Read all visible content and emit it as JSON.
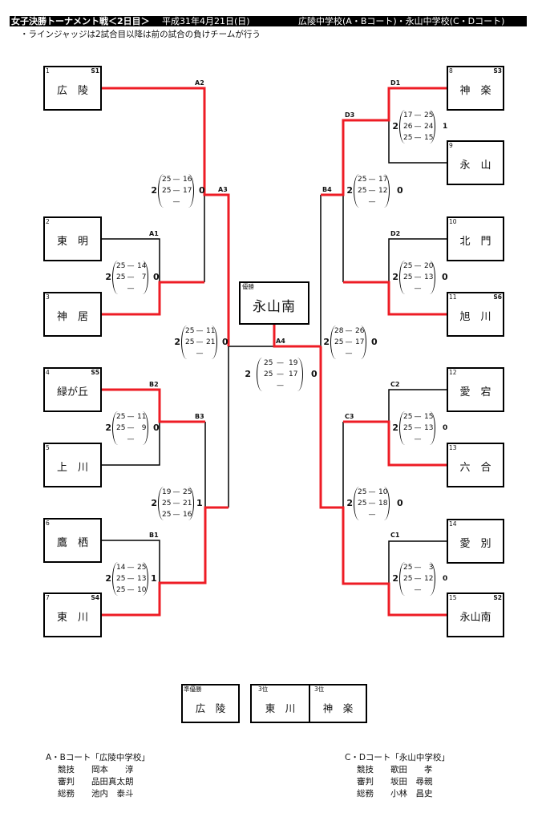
{
  "header": {
    "title": "女子決勝トーナメント戦＜2日目＞",
    "date": "平成31年4月21日(日)",
    "venue": "広陵中学校(A・Bコート)・永山中学校(C・Dコート)"
  },
  "note": "・ラインジャッジは2試合目以降は前の試合の負けチームが行う",
  "colors": {
    "winner_path": "#ee1c25",
    "bracket_line": "#000000"
  },
  "score_separator": "—",
  "teams": [
    {
      "no": "1",
      "name": "広　陵",
      "seed": "S1"
    },
    {
      "no": "2",
      "name": "東　明"
    },
    {
      "no": "3",
      "name": "神　居"
    },
    {
      "no": "4",
      "name": "緑が丘",
      "seed": "S5"
    },
    {
      "no": "5",
      "name": "上　川"
    },
    {
      "no": "6",
      "name": "鷹　栖"
    },
    {
      "no": "7",
      "name": "東　川",
      "seed": "S4"
    },
    {
      "no": "8",
      "name": "神　楽",
      "seed": "S3"
    },
    {
      "no": "9",
      "name": "永　山"
    },
    {
      "no": "10",
      "name": "北　門"
    },
    {
      "no": "11",
      "name": "旭　川",
      "seed": "S6"
    },
    {
      "no": "12",
      "name": "愛　宕"
    },
    {
      "no": "13",
      "name": "六　合"
    },
    {
      "no": "14",
      "name": "愛　別"
    },
    {
      "no": "15",
      "name": "永山南",
      "seed": "S2"
    }
  ],
  "matches": {
    "A1": {
      "label": "A1",
      "left_sets": "2",
      "right_sets": "0",
      "sets": [
        [
          "25",
          "14"
        ],
        [
          "25",
          "7"
        ],
        [
          "",
          ""
        ]
      ]
    },
    "A2": {
      "label": "A2",
      "left_sets": "2",
      "right_sets": "0",
      "sets": [
        [
          "25",
          "16"
        ],
        [
          "25",
          "17"
        ],
        [
          "",
          ""
        ]
      ]
    },
    "A3": {
      "label": "A3",
      "left_sets": "2",
      "right_sets": "0",
      "sets": [
        [
          "25",
          "11"
        ],
        [
          "25",
          "21"
        ],
        [
          "",
          ""
        ]
      ]
    },
    "A4": {
      "label": "A4",
      "left_sets": "2",
      "right_sets": "0",
      "sets": [
        [
          "25",
          "19"
        ],
        [
          "25",
          "17"
        ],
        [
          "",
          ""
        ]
      ]
    },
    "B1": {
      "label": "B1",
      "left_sets": "2",
      "right_sets": "1",
      "sets": [
        [
          "14",
          "25"
        ],
        [
          "25",
          "13"
        ],
        [
          "25",
          "10"
        ]
      ]
    },
    "B2": {
      "label": "B2",
      "left_sets": "2",
      "right_sets": "0",
      "sets": [
        [
          "25",
          "11"
        ],
        [
          "25",
          "9"
        ],
        [
          "",
          ""
        ]
      ]
    },
    "B3": {
      "label": "B3",
      "left_sets": "2",
      "right_sets": "1",
      "sets": [
        [
          "19",
          "25"
        ],
        [
          "25",
          "21"
        ],
        [
          "25",
          "16"
        ]
      ]
    },
    "B4": {
      "label": "B4",
      "left_sets": "2",
      "right_sets": "0",
      "sets": [
        [
          "28",
          "26"
        ],
        [
          "25",
          "17"
        ],
        [
          "",
          ""
        ]
      ]
    },
    "C1": {
      "label": "C1",
      "left_sets": "2",
      "right_sets": "0",
      "sets": [
        [
          "25",
          "3"
        ],
        [
          "25",
          "12"
        ],
        [
          "",
          ""
        ]
      ]
    },
    "C2": {
      "label": "C2",
      "left_sets": "2",
      "right_sets": "0",
      "sets": [
        [
          "25",
          "15"
        ],
        [
          "25",
          "13"
        ],
        [
          "",
          ""
        ]
      ]
    },
    "C3": {
      "label": "C3",
      "left_sets": "2",
      "right_sets": "0",
      "sets": [
        [
          "25",
          "10"
        ],
        [
          "25",
          "18"
        ],
        [
          "",
          ""
        ]
      ]
    },
    "D1": {
      "label": "D1",
      "left_sets": "2",
      "right_sets": "1",
      "sets": [
        [
          "17",
          "25"
        ],
        [
          "26",
          "24"
        ],
        [
          "25",
          "15"
        ]
      ]
    },
    "D2": {
      "label": "D2",
      "left_sets": "2",
      "right_sets": "0",
      "sets": [
        [
          "25",
          "20"
        ],
        [
          "25",
          "13"
        ],
        [
          "",
          ""
        ]
      ]
    },
    "D3": {
      "label": "D3",
      "left_sets": "2",
      "right_sets": "0",
      "sets": [
        [
          "25",
          "17"
        ],
        [
          "25",
          "12"
        ],
        [
          "",
          ""
        ]
      ]
    }
  },
  "champion": {
    "label": "優勝",
    "name": "永山南"
  },
  "runner_up": {
    "label": "準優勝",
    "name": "広　陵"
  },
  "third_place": [
    {
      "label": "3位",
      "name": "東　川"
    },
    {
      "label": "3位",
      "name": "神　楽"
    }
  ],
  "officials": [
    {
      "title": "A・Bコート「広陵中学校」",
      "rows": [
        {
          "role": "競技",
          "name": "岡本　　淳"
        },
        {
          "role": "審判",
          "name": "品田真太朗"
        },
        {
          "role": "総務",
          "name": "池内　泰斗"
        }
      ]
    },
    {
      "title": "C・Dコート「永山中学校」",
      "rows": [
        {
          "role": "競技",
          "name": "歌田　　孝"
        },
        {
          "role": "審判",
          "name": "坂田　尋親"
        },
        {
          "role": "総務",
          "name": "小林　昌史"
        }
      ]
    }
  ]
}
